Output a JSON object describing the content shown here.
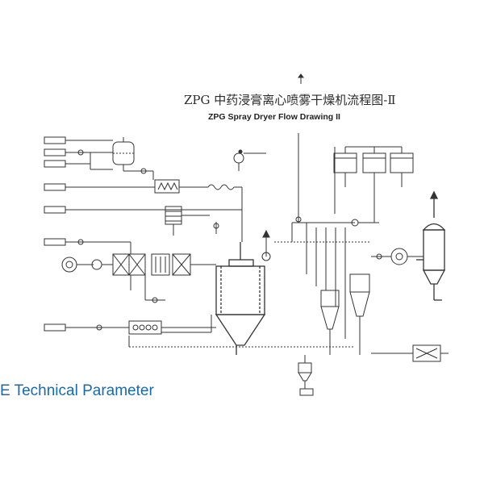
{
  "header": {
    "title_cn": "ZPG 中药浸膏离心喷雾干燥机流程图-Ⅱ",
    "title_en": "ZPG Spray Dryer Flow Drawing II"
  },
  "section": {
    "heading": "E Technical Parameter"
  },
  "colors": {
    "line": "#333333",
    "heading_blue": "#1a6aa8"
  }
}
